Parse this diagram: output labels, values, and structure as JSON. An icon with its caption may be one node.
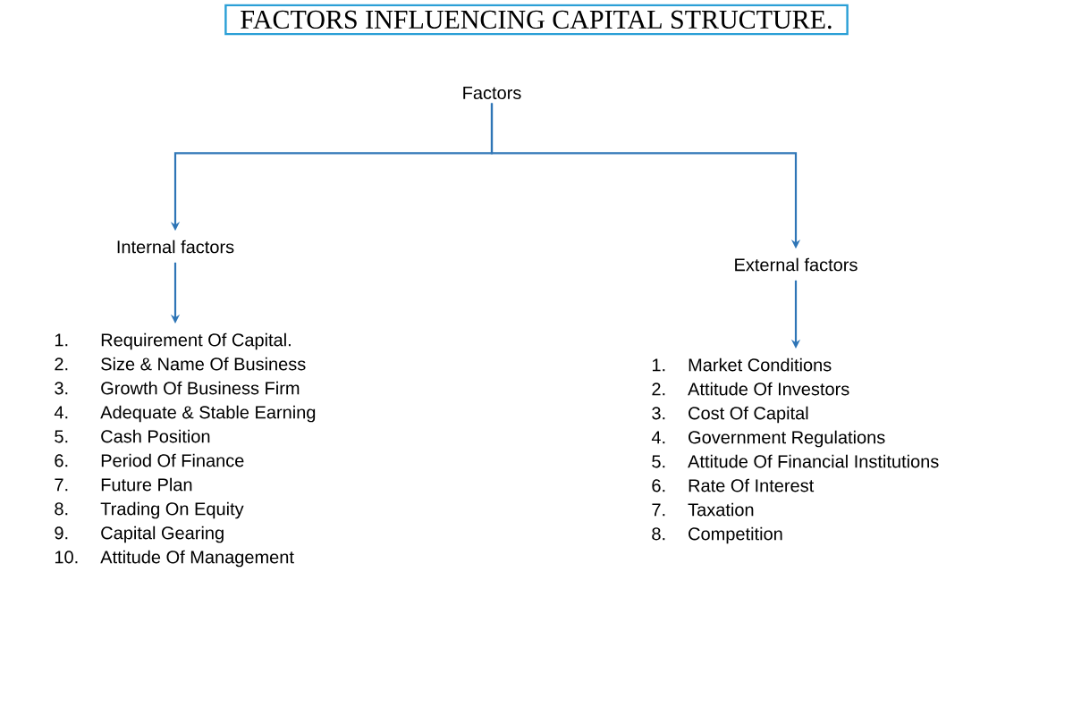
{
  "diagram": {
    "title": "FACTORS INFLUENCING CAPITAL STRUCTURE.",
    "nodes": [
      {
        "text": [
          "Factors"
        ]
      },
      {
        "text": [
          "Internal factors"
        ]
      },
      {
        "text": [
          "External factors"
        ]
      },
      {
        "text": [
          "1.",
          "Requirement Of Capital.",
          "2.",
          "Size & Name Of Business",
          "3.",
          "Growth Of Business Firm",
          "4.",
          "Adequate & Stable Earning",
          "5.",
          "Cash Position",
          "6.",
          "Period Of Finance",
          "7.",
          "Future Plan",
          "8.",
          "Trading On Equity",
          "9.",
          "Capital Gearing",
          "10.",
          "Attitude Of Management"
        ]
      },
      {
        "text": [
          "1.",
          "Market Conditions",
          "2.",
          "Attitude Of Investors",
          "3.",
          "Cost Of Capital",
          "4.",
          "Government Regulations",
          "5.",
          "Attitude Of Financial Institutions",
          "6.",
          "Rate Of Interest",
          "7.",
          "Taxation",
          "8.",
          "Competition"
        ]
      }
    ],
    "edges": [
      {
        "from": 0,
        "to": 1,
        "arrow": "to"
      },
      {
        "from": 0,
        "to": 2,
        "arrow": "to"
      },
      {
        "from": 1,
        "to": 3,
        "arrow": "to"
      },
      {
        "from": 2,
        "to": 4,
        "arrow": "to"
      }
    ]
  }
}
